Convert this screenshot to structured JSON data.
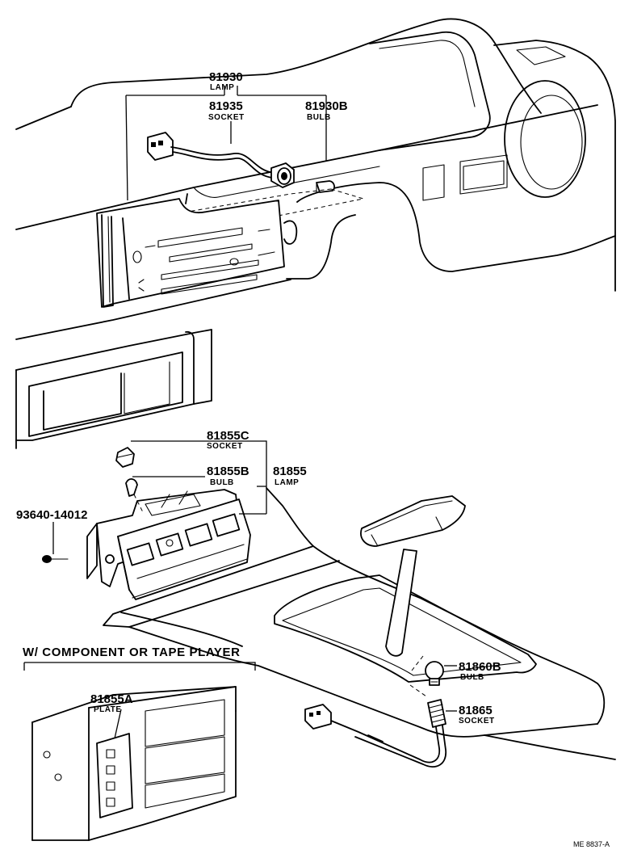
{
  "callouts": {
    "c81930": {
      "number": "81930",
      "name": "LAMP"
    },
    "c81935": {
      "number": "81935",
      "name": "SOCKET"
    },
    "c81930b": {
      "number": "81930B",
      "name": "BULB"
    },
    "c81855c": {
      "number": "81855C",
      "name": "SOCKET"
    },
    "c81855b": {
      "number": "81855B",
      "name": "BULB"
    },
    "c81855": {
      "number": "81855",
      "name": "LAMP"
    },
    "c93640": {
      "number": "93640-14012"
    },
    "c81855a": {
      "number": "81855A",
      "name": "PLATE"
    },
    "c81860b": {
      "number": "81860B",
      "name": "BULB"
    },
    "c81865": {
      "number": "81865",
      "name": "SOCKET"
    }
  },
  "inset": {
    "heading": "W/ COMPONENT OR TAPE PLAYER"
  },
  "reference": {
    "code": "ME 8837-A"
  }
}
